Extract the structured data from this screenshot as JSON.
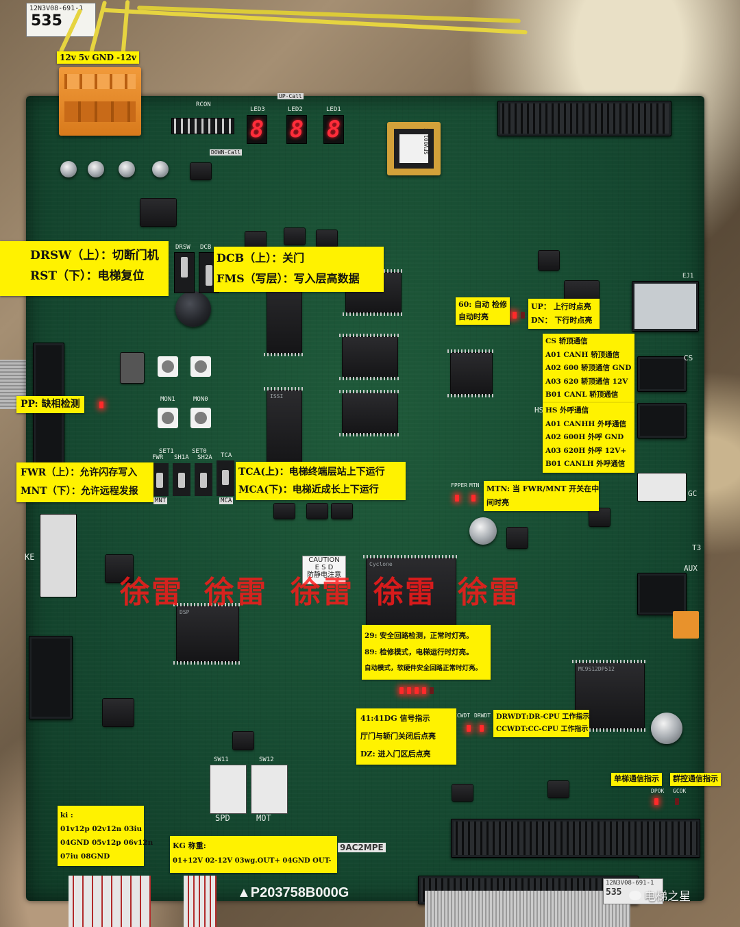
{
  "top_left_label": {
    "line1": "12N3V08-691-1",
    "line2": "535"
  },
  "board": {
    "part_number": "P203758B000G",
    "bottom_tag": "9AC2MPE",
    "silk": {
      "rcon": "RCON",
      "led3": "LED3",
      "led2": "LED2",
      "led1": "LED1",
      "up_call": "UP-Call",
      "down_call": "DOWN-Call",
      "sw_mon1": "MON1",
      "sw_mon0": "MON0",
      "sw_set1": "SET1",
      "sw_set0": "SET0",
      "drsw": "DRSW",
      "dcb": "DCB",
      "fwr": "FWR",
      "sh1a": "SH1A",
      "sh2a": "SH2A",
      "tca": "TCA",
      "mnt": "MNT",
      "mca": "MCA",
      "ke": "KE",
      "cs": "CS",
      "hs": "HS",
      "gc": "GC",
      "aux": "AUX",
      "ej1": "EJ1",
      "t3": "T3",
      "spd": "SPD",
      "mot": "MOT",
      "sw11": "SW11",
      "sw12": "SW12",
      "fpper": "FPPER",
      "mtn": "MTN",
      "ccwdt": "CCWDT",
      "drwdt": "DRWDT",
      "dpok": "DPOK",
      "gcok": "GCOK",
      "cpu_chip": "SFV001-E",
      "dsp_chip": "DSP",
      "caution": "CAUTION",
      "esd": "E S D",
      "esd_cn": "防静电注意",
      "bottom_right_code": "12N3V08-691-1",
      "bottom_right_num": "535"
    },
    "seven_segments": [
      "8",
      "8",
      "8"
    ]
  },
  "annotations": {
    "power": "12v 5v GND   -12v",
    "drsw_rst": [
      "DRSW（上）：切断门机",
      "RST（下）：电梯复位"
    ],
    "dcb_fms": [
      "DCB（上）：关门",
      "FMS（写层）：写入层高数据"
    ],
    "auto_inspect": [
      "60: 自动 检修",
      "自动时亮"
    ],
    "up_dn": [
      "UP：  上行时点亮",
      "DN：  下行时点亮"
    ],
    "cs": [
      "CS 轿顶通信",
      "A01 CANH 轿顶通信",
      "A02 600 轿顶通信 GND",
      "A03 620 轿顶通信 12V",
      "B01 CANL 轿顶通信"
    ],
    "hs": [
      "HS 外呼通信",
      "A01 CANHH 外呼通信",
      "A02 600H 外呼 GND",
      "A03 620H 外呼 12V+",
      "B01 CANLH 外呼通信"
    ],
    "pp": "PP: 缺相检测",
    "fwr_mnt": [
      "FWR（上）：允许闪存写入",
      "MNT（下）：允许远程发报"
    ],
    "tca_mca": [
      "TCA(上)：电梯终端层站上下运行",
      "MCA(下)：电梯近成长上下运行"
    ],
    "mtn": [
      "MTN: 当 FWR/MNT 开关在中",
      "间时亮"
    ],
    "safety": [
      "29: 安全回路检测，正常时灯亮。",
      "89: 检修模式，电梯运行时灯亮。",
      "自动模式，软硬件安全回路正常时灯亮。"
    ],
    "dg": [
      "41:41DG 信号指示",
      "厅门与轿门关闭后点亮",
      "DZ: 进入门区后点亮"
    ],
    "wdt": [
      "DRWDT:DR-CPU 工作指示",
      "CCWDT:CC-CPU 工作指示"
    ],
    "single_comm": "单梯通信指示",
    "group_comm": "群控通信指示",
    "ki": [
      "ki :",
      "01v12p 02v12n 03iu",
      "04GND 05v12p 06v12n",
      "07iu 08GND"
    ],
    "kg": [
      "KG 称重:",
      "01+12V 02-12V 03wg.OUT+ 04GND OUT-"
    ]
  },
  "watermark": [
    "徐雷",
    "徐雷",
    "徐雷",
    "徐雷",
    "徐雷"
  ],
  "source_mark": "电梯之星"
}
